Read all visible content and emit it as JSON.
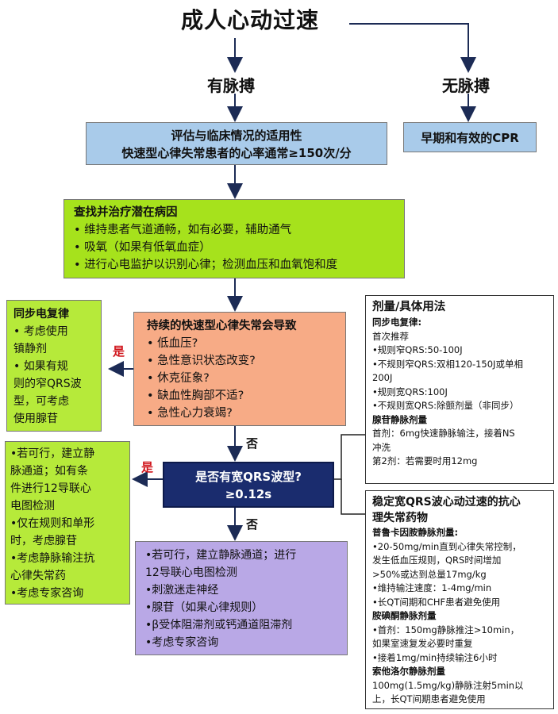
{
  "title": "成人心动过速",
  "pulse_label": "有脉搏",
  "no_pulse_label": "无脉搏",
  "cpr_box": "早期和有效的CPR",
  "assess_box": {
    "line1": "评估与临床情况的适用性",
    "line2": "快速型心律失常患者的心率通常≥150次/分"
  },
  "causes_box": {
    "heading": "查找并治疗潜在病因",
    "items": [
      "• 维持患者气道通畅，如有必要，辅助通气",
      "• 吸氧（如果有低氧血症）",
      "• 进行心电监护以识别心律；检测血压和血氧饱和度"
    ]
  },
  "persistent_box": {
    "heading": "持续的快速型心律失常会导致",
    "items": [
      "• 低血压?",
      "• 急性意识状态改变?",
      "• 休克征象?",
      "• 缺血性胸部不适?",
      "• 急性心力衰竭?"
    ]
  },
  "cardioversion_box": {
    "heading": "同步电复律",
    "lines": [
      "• 考虑使用",
      "镇静剂",
      "• 如果有规",
      "则的窄QRS波",
      "型，可考虑",
      "使用腺苷"
    ]
  },
  "yes1": "是",
  "no1": "否",
  "qrs_box": {
    "line1": "是否有宽QRS波型?",
    "line2": "≥0.12s"
  },
  "yes2": "是",
  "no2": "否",
  "wide_box": {
    "lines": [
      "•若可行，建立静",
      "脉通道；如有条",
      "件进行12导联心",
      "电图检测",
      "•仅在规则和单形",
      "时，考虑腺苷",
      "•考虑静脉输注抗",
      "心律失常药",
      "•考虑专家咨询"
    ]
  },
  "narrow_box": {
    "lines": [
      "•若可行，建立静脉通道；进行",
      "12导联心电图检测",
      "•刺激迷走神经",
      "•腺苷（如果心律规则）",
      "•β受体阻滞剂或钙通道阻滞剂",
      "•考虑专家咨询"
    ]
  },
  "dose_box": {
    "heading": "剂量/具体用法",
    "lines": [
      "同步电复律:",
      "首次推荐",
      "•规则窄QRS:50-100J",
      "•不规则窄QRS:双相120-150J或单相",
      "200J",
      "•规则宽QRS:100J",
      "•不规则宽QRS:除颤剂量（非同步）",
      "腺苷静脉剂量",
      "首剂：6mg快速静脉输注，接着NS",
      "冲洗",
      "第2剂：若需要时用12mg"
    ]
  },
  "drug_box": {
    "heading1": "稳定宽QRS波心动过速的抗心",
    "heading2": "理失常药物",
    "lines": [
      "普鲁卡因胺静脉剂量:",
      "•20-50mg/min直到心律失常控制，",
      "发生低血压规则，QRS时间增加",
      ">50%或达到总量17mg/kg",
      "•维持输注速度：1-4mg/min",
      "•长QT间期和CHF患者避免使用",
      "胺碘酮静脉剂量",
      "•首剂：150mg静脉推注>10min，",
      "如果室速复发必要时重复",
      "•接着1mg/min持续输注6小时",
      "索他洛尔静脉剂量",
      "100mg(1.5mg/kg)静脉注射5min以",
      "上，长QT间期患者避免使用"
    ]
  }
}
